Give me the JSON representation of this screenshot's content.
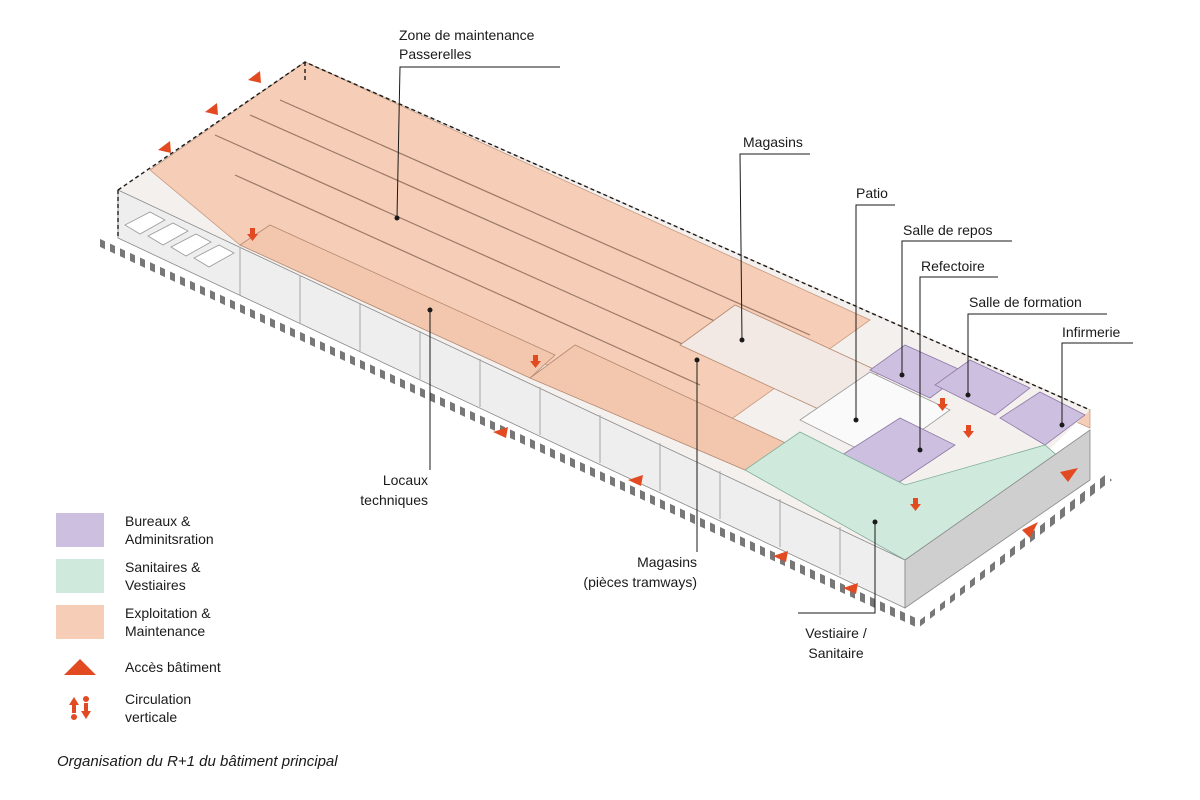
{
  "colors": {
    "admin": "#cdbfdf",
    "sanitary": "#cfe9dc",
    "exploitation": "#f6cdb6",
    "access": "#e24a22",
    "structure": "#eeeeee",
    "outline": "#1a1a1a"
  },
  "annotations": {
    "maintenance_l1": "Zone de maintenance",
    "maintenance_l2": "Passerelles",
    "magasins_top": "Magasins",
    "patio": "Patio",
    "salle_repos": "Salle de repos",
    "refectoire": "Refectoire",
    "salle_formation": "Salle de formation",
    "infirmerie": "Infirmerie",
    "locaux_l1": "Locaux",
    "locaux_l2": "techniques",
    "magasins_bottom_l1": "Magasins",
    "magasins_bottom_l2": "(pièces tramways)",
    "vestiaire_l1": "Vestiaire /",
    "vestiaire_l2": "Sanitaire"
  },
  "legend": {
    "admin_l1": "Bureaux &",
    "admin_l2": "Adminitsration",
    "sanitary_l1": "Sanitaires &",
    "sanitary_l2": "Vestiaires",
    "exploitation_l1": "Exploitation &",
    "exploitation_l2": "Maintenance",
    "access": "Accès bâtiment",
    "circulation_l1": "Circulation",
    "circulation_l2": "verticale",
    "access_icon": "triangle-icon",
    "circulation_icon": "up-down-arrows-icon"
  },
  "caption": "Organisation du R+1 du bâtiment principal"
}
